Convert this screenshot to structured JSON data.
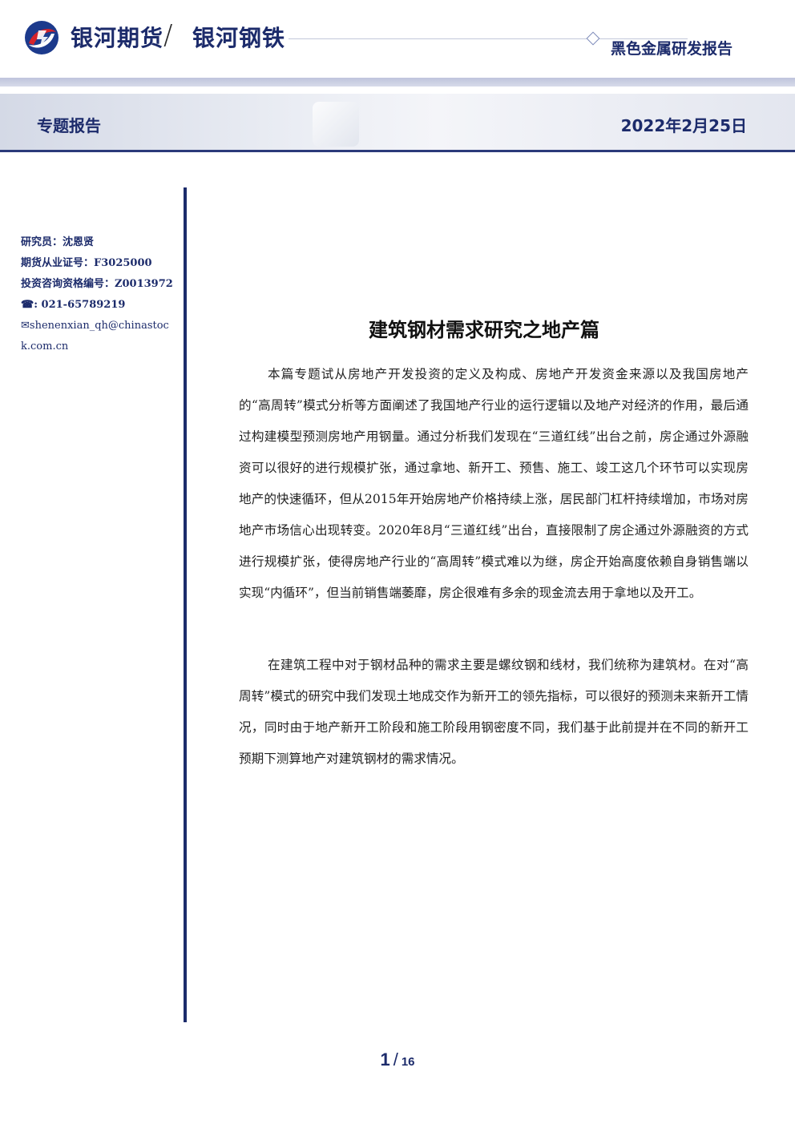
{
  "header": {
    "brand_primary": "银河期货",
    "brand_separator": "/",
    "brand_secondary": "银河钢铁",
    "report_category": "黑色金属研发报告",
    "colors": {
      "brand_navy": "#1c2b6b",
      "logo_red": "#d5232b",
      "logo_blue": "#1c3a8c"
    }
  },
  "banner": {
    "report_type": "专题报告",
    "date": "2022年2月25日"
  },
  "sidebar": {
    "analyst": "研究员：沈恩贤",
    "futures_license": "期货从业证号：F3025000",
    "advisory_license": "投资咨询资格编号：Z0013972",
    "phone_icon": "phone-icon",
    "phone": "021-65789219",
    "email_icon": "envelope-icon",
    "email": "shenenxian_qh@chinastock.com.cn"
  },
  "article": {
    "title": "建筑钢材需求研究之地产篇",
    "paragraphs": [
      "本篇专题试从房地产开发投资的定义及构成、房地产开发资金来源以及我国房地产的“高周转”模式分析等方面阐述了我国地产行业的运行逻辑以及地产对经济的作用，最后通过构建模型预测房地产用钢量。通过分析我们发现在“三道红线”出台之前，房企通过外源融资可以很好的进行规模扩张，通过拿地、新开工、预售、施工、竣工这几个环节可以实现房地产的快速循环，但从2015年开始房地产价格持续上涨，居民部门杠杆持续增加，市场对房地产市场信心出现转变。2020年8月“三道红线”出台，直接限制了房企通过外源融资的方式进行规模扩张，使得房地产行业的“高周转”模式难以为继，房企开始高度依赖自身销售端以实现“内循环”，但当前销售端萎靡，房企很难有多余的现金流去用于拿地以及开工。",
      "在建筑工程中对于钢材品种的需求主要是螺纹钢和线材，我们统称为建筑材。在对“高周转”模式的研究中我们发现土地成交作为新开工的领先指标，可以很好的预测未来新开工情况，同时由于地产新开工阶段和施工阶段用钢密度不同，我们基于此前提并在不同的新开工预期下测算地产对建筑钢材的需求情况。"
    ]
  },
  "footer": {
    "page_current": "1",
    "page_separator": "/",
    "page_total": "16"
  }
}
